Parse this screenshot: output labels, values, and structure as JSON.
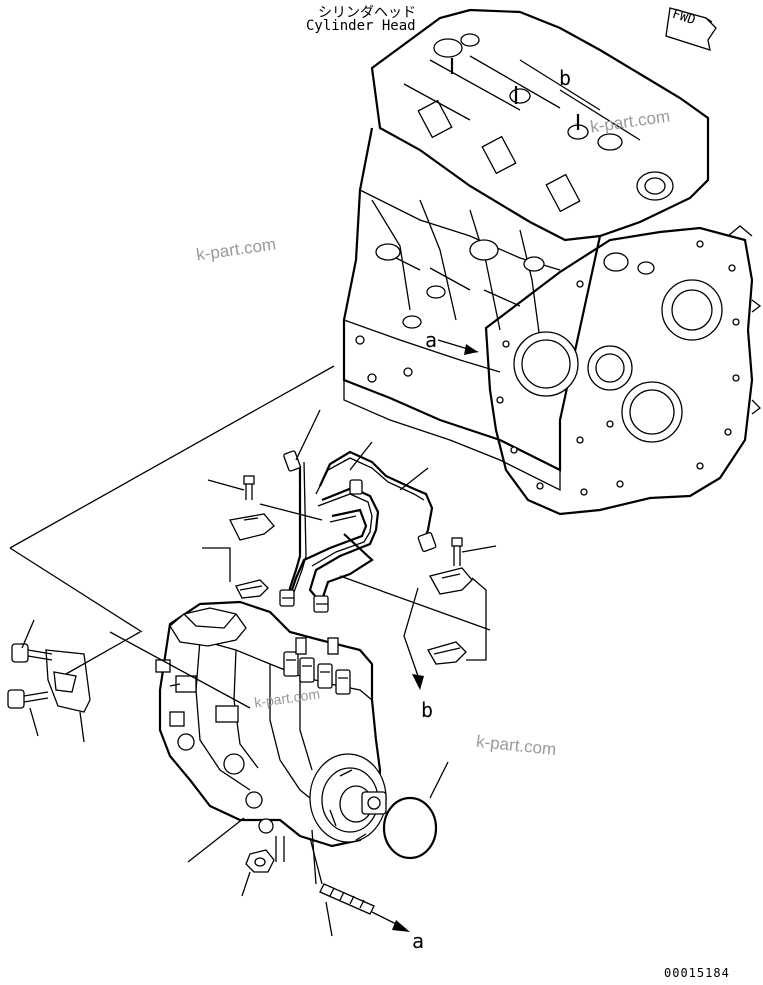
{
  "header": {
    "title_jp": "シリンダヘッド",
    "title_en": "Cylinder Head"
  },
  "direction_tag": "FWD",
  "reference_labels": {
    "a_upper": "a",
    "b_upper": "b",
    "b_lower": "b",
    "a_lower": "a"
  },
  "watermarks": [
    "k-part.com",
    "k-part.com",
    "k-part.com",
    "k-part.com"
  ],
  "document_number": "00015184"
}
